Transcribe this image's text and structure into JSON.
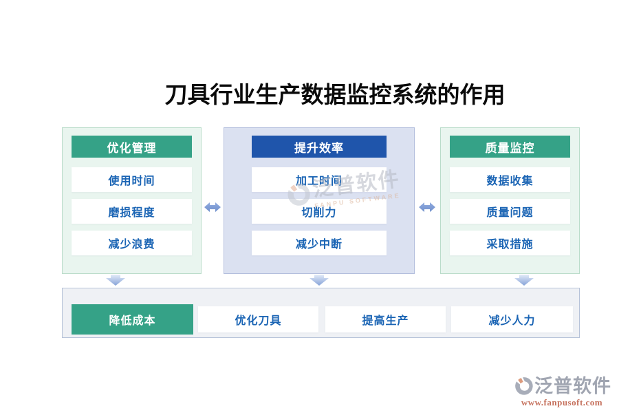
{
  "title": "刀具行业生产数据监控系统的作用",
  "columns": [
    {
      "header": "优化管理",
      "theme": "green",
      "items": [
        "使用时间",
        "磨损程度",
        "减少浪费"
      ]
    },
    {
      "header": "提升效率",
      "theme": "blue",
      "items": [
        "加工时间",
        "切削力",
        "减少中断"
      ]
    },
    {
      "header": "质量监控",
      "theme": "green",
      "items": [
        "数据收集",
        "质量问题",
        "采取措施"
      ]
    }
  ],
  "bottom_row": {
    "items": [
      {
        "label": "降低成本",
        "theme": "green"
      },
      {
        "label": "优化刀具",
        "theme": "white"
      },
      {
        "label": "提高生产",
        "theme": "white"
      },
      {
        "label": "减少人力",
        "theme": "white"
      }
    ]
  },
  "watermark_center": {
    "brand": "泛普软件",
    "subtitle": "FANPU SOFTWARE"
  },
  "watermark_footer": {
    "brand": "泛普软件",
    "url": "www.fanpusoft.com"
  },
  "icons": {
    "left_right_arrow": "left-right-arrow-icon",
    "down_arrow": "down-arrow-icon",
    "logo": "fanpu-logo-icon"
  },
  "colors": {
    "green": "#35a287",
    "blue": "#1f55ab",
    "item_text_blue": "#1a64b4",
    "green_panel_bg": "#e9f5ef",
    "green_panel_border": "#badcca",
    "blue_panel_bg": "#dbe1f1",
    "blue_panel_border": "#b3bedd",
    "bottom_panel_bg": "#eff1f5",
    "bottom_panel_border": "#b6c2d8",
    "arrow_blue": "#7d9dd8",
    "watermark_gray": "#a0a5b1",
    "watermark_orange": "#c5705c",
    "title_color": "#0a0a0a"
  }
}
